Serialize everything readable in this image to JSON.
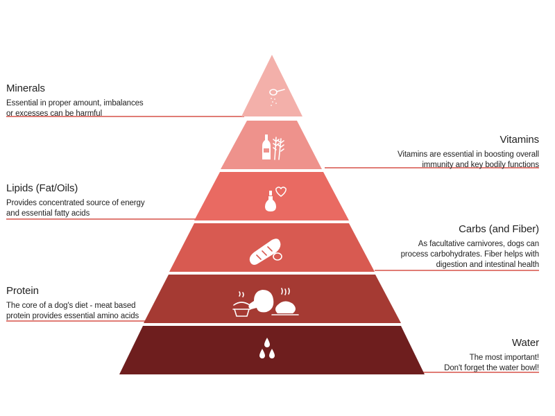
{
  "colors": {
    "minerals": "#f3b0aa",
    "vitamins": "#ee928c",
    "lipids": "#e96a62",
    "carbs": "#d85a51",
    "protein": "#a53a33",
    "water": "#6e1e1e",
    "leader": "#e07c75",
    "icon": "#ffffff"
  },
  "levels": [
    {
      "id": "minerals",
      "title": "Minerals",
      "lines": [
        "Essential in proper amount, imbalances",
        "or excesses can be harmful"
      ],
      "icon": "mineral-spoon-icon"
    },
    {
      "id": "vitamins",
      "title": "Vitamins",
      "lines": [
        "Vitamins are essential in boosting overall",
        "immunity and key bodily functions"
      ],
      "icon": "vitamin-bottle-wheat-icon"
    },
    {
      "id": "lipids",
      "title": "Lipids (Fat/Oils)",
      "lines": [
        "Provides concentrated source of energy",
        "and essential fatty acids"
      ],
      "icon": "oil-bottle-icon"
    },
    {
      "id": "carbs",
      "title": "Carbs (and Fiber)",
      "lines": [
        "As facultative carnivores, dogs can",
        "process carbohydrates. Fiber helps with",
        "digestion and intestinal health"
      ],
      "icon": "bread-icon"
    },
    {
      "id": "protein",
      "title": "Protein",
      "lines": [
        "The core of a dog's diet - meat based",
        "protein provides essential amino acids"
      ],
      "icon": "meat-dishes-icon"
    },
    {
      "id": "water",
      "title": "Water",
      "lines": [
        "The most important!",
        "Don't forget the water bowl!"
      ],
      "icon": "water-drops-icon"
    }
  ]
}
